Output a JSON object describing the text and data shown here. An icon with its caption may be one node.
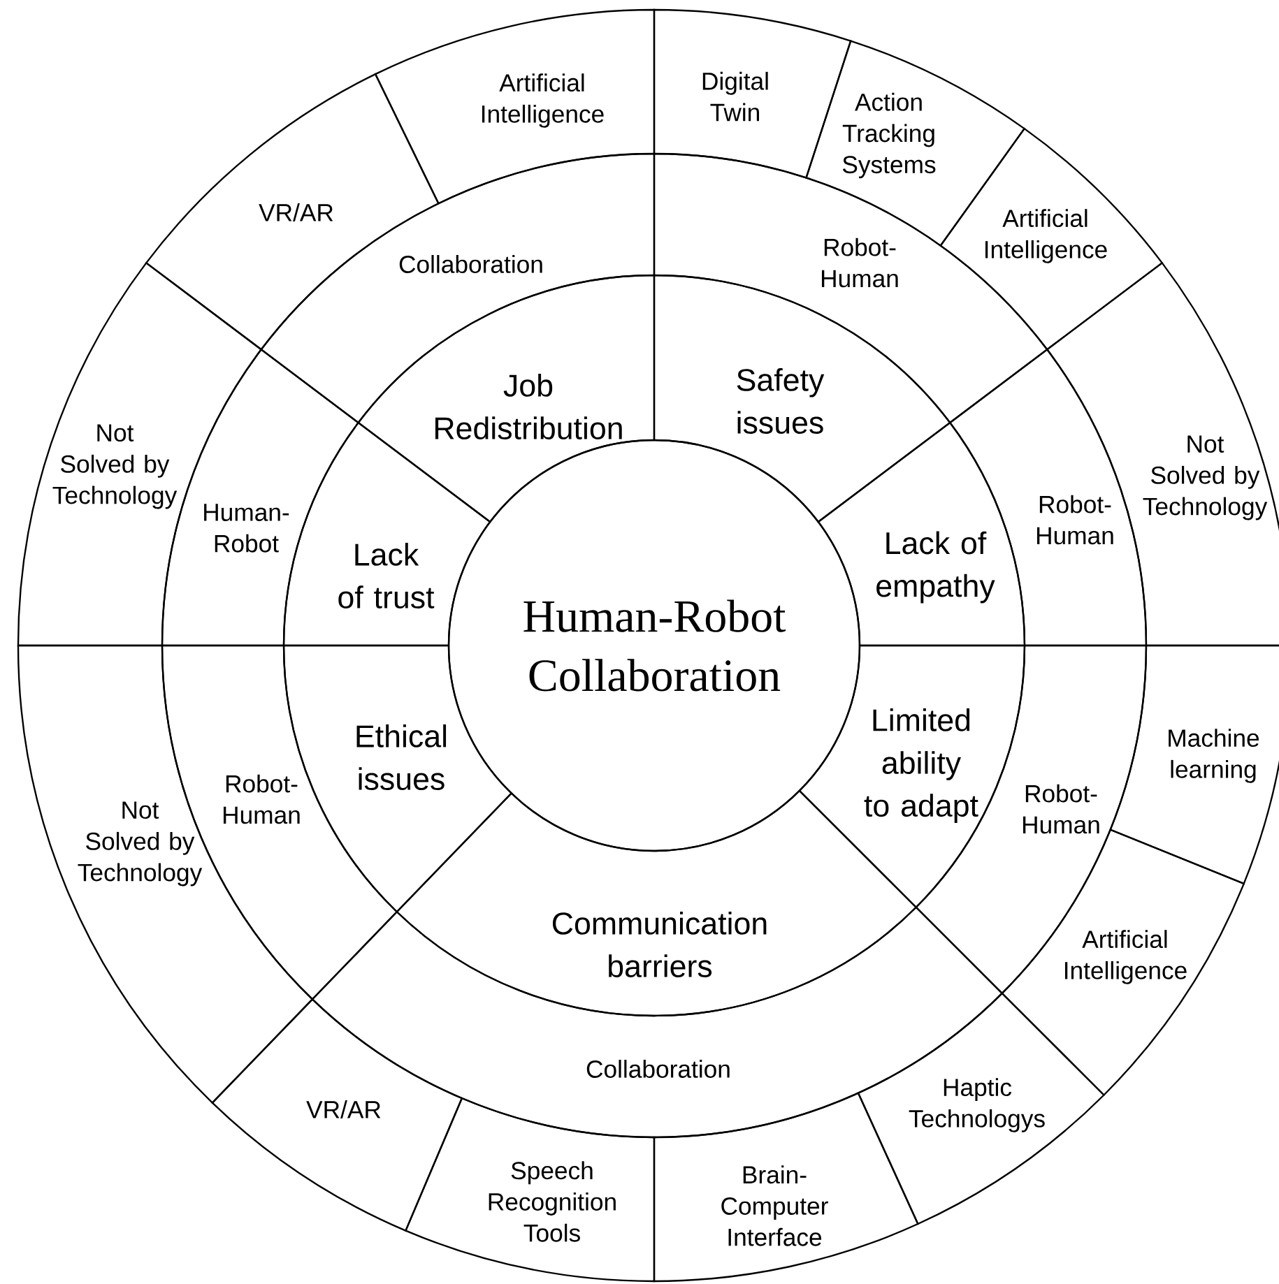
{
  "diagram": {
    "nodes": [
      {
        "text": [
          "Human-Robot Collaboration"
        ]
      },
      {
        "text": [
          "Job Redistribution"
        ]
      },
      {
        "text": [
          "Safety issues"
        ]
      },
      {
        "text": [
          "Lack of empathy"
        ]
      },
      {
        "text": [
          "Limited ability to adapt"
        ]
      },
      {
        "text": [
          "Communication barriers"
        ]
      },
      {
        "text": [
          "Ethical issues"
        ]
      },
      {
        "text": [
          "Lack of trust"
        ]
      },
      {
        "text": [
          "Collaboration"
        ]
      },
      {
        "text": [
          "Robot-Human"
        ]
      },
      {
        "text": [
          "Robot-Human"
        ]
      },
      {
        "text": [
          "Robot-Human"
        ]
      },
      {
        "text": [
          "Collaboration"
        ]
      },
      {
        "text": [
          "Robot-Human"
        ]
      },
      {
        "text": [
          "Human-Robot"
        ]
      },
      {
        "text": [
          "Artificial Intelligence"
        ]
      },
      {
        "text": [
          "VR/AR"
        ]
      },
      {
        "text": [
          "Digital Twin"
        ]
      },
      {
        "text": [
          "Action Tracking Systems"
        ]
      },
      {
        "text": [
          "Artificial Intelligence"
        ]
      },
      {
        "text": [
          "Not Solved by Technology"
        ]
      },
      {
        "text": [
          "Machine learning"
        ]
      },
      {
        "text": [
          "Artificial Intelligence"
        ]
      },
      {
        "text": [
          "Haptic Technologys"
        ]
      },
      {
        "text": [
          "Brain-Computer Interface"
        ]
      },
      {
        "text": [
          "Speech Recognition Tools"
        ]
      },
      {
        "text": [
          "VR/AR"
        ]
      },
      {
        "text": [
          "Not Solved by Technology"
        ]
      },
      {
        "text": [
          "Not Solved by Technology"
        ]
      }
    ]
  }
}
